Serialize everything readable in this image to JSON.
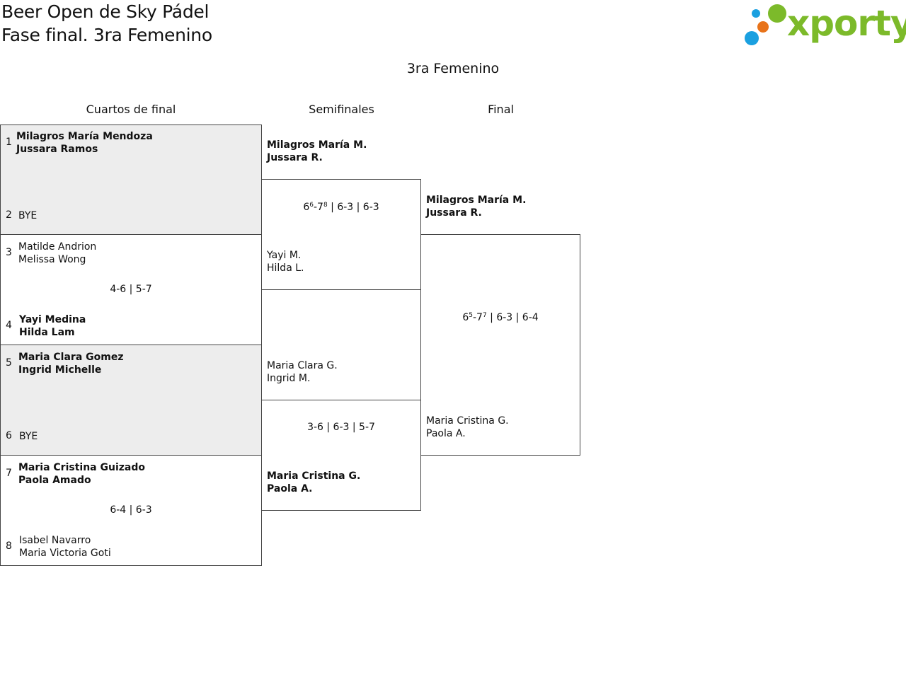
{
  "header": {
    "title_line1": "Beer Open de Sky Pádel",
    "title_line2": "Fase final. 3ra Femenino",
    "category": "3ra Femenino",
    "logo_text": "xporty"
  },
  "colors": {
    "logo_green": "#7cba2a",
    "logo_blue": "#1aa0e0",
    "logo_orange": "#e8731a",
    "bye_bg": "#ededed"
  },
  "rounds": {
    "qf": "Cuartos de final",
    "sf": "Semifinales",
    "final": "Final"
  },
  "quarterfinals": [
    {
      "seed_a": "1",
      "a1": "Milagros María Mendoza",
      "a2": "Jussara Ramos",
      "seed_b": "2",
      "b1": "BYE",
      "b2": "",
      "score": ""
    },
    {
      "seed_a": "3",
      "a1": "Matilde Andrion",
      "a2": "Melissa Wong",
      "seed_b": "4",
      "b1": "Yayi Medina",
      "b2": "Hilda Lam",
      "score": "4-6 | 5-7"
    },
    {
      "seed_a": "5",
      "a1": "Maria Clara Gomez",
      "a2": "Ingrid Michelle",
      "seed_b": "6",
      "b1": "BYE",
      "b2": "",
      "score": ""
    },
    {
      "seed_a": "7",
      "a1": "Maria Cristina Guizado",
      "a2": "Paola Amado",
      "seed_b": "8",
      "b1": "Isabel Navarro",
      "b2": "Maria Victoria Goti",
      "score": "6-4 | 6-3"
    }
  ],
  "semifinals": [
    {
      "a1": "Milagros María M.",
      "a2": "Jussara R.",
      "b1": "Yayi M.",
      "b2": "Hilda L.",
      "s1_a": "6",
      "s1_a_tb": "6",
      "s1_b": "7",
      "s1_b_tb": "8",
      "rest": " | 6-3 | 6-3"
    },
    {
      "a1": "Maria Clara G.",
      "a2": "Ingrid M.",
      "b1": "Maria Cristina G.",
      "b2": "Paola A.",
      "score": "3-6 | 6-3 | 5-7"
    }
  ],
  "final": {
    "a1": "Milagros María M.",
    "a2": "Jussara R.",
    "b1": "Maria Cristina G.",
    "b2": "Paola A.",
    "s1_a": "6",
    "s1_a_tb": "5",
    "s1_b": "7",
    "s1_b_tb": "7",
    "rest": " | 6-3 | 6-4"
  }
}
